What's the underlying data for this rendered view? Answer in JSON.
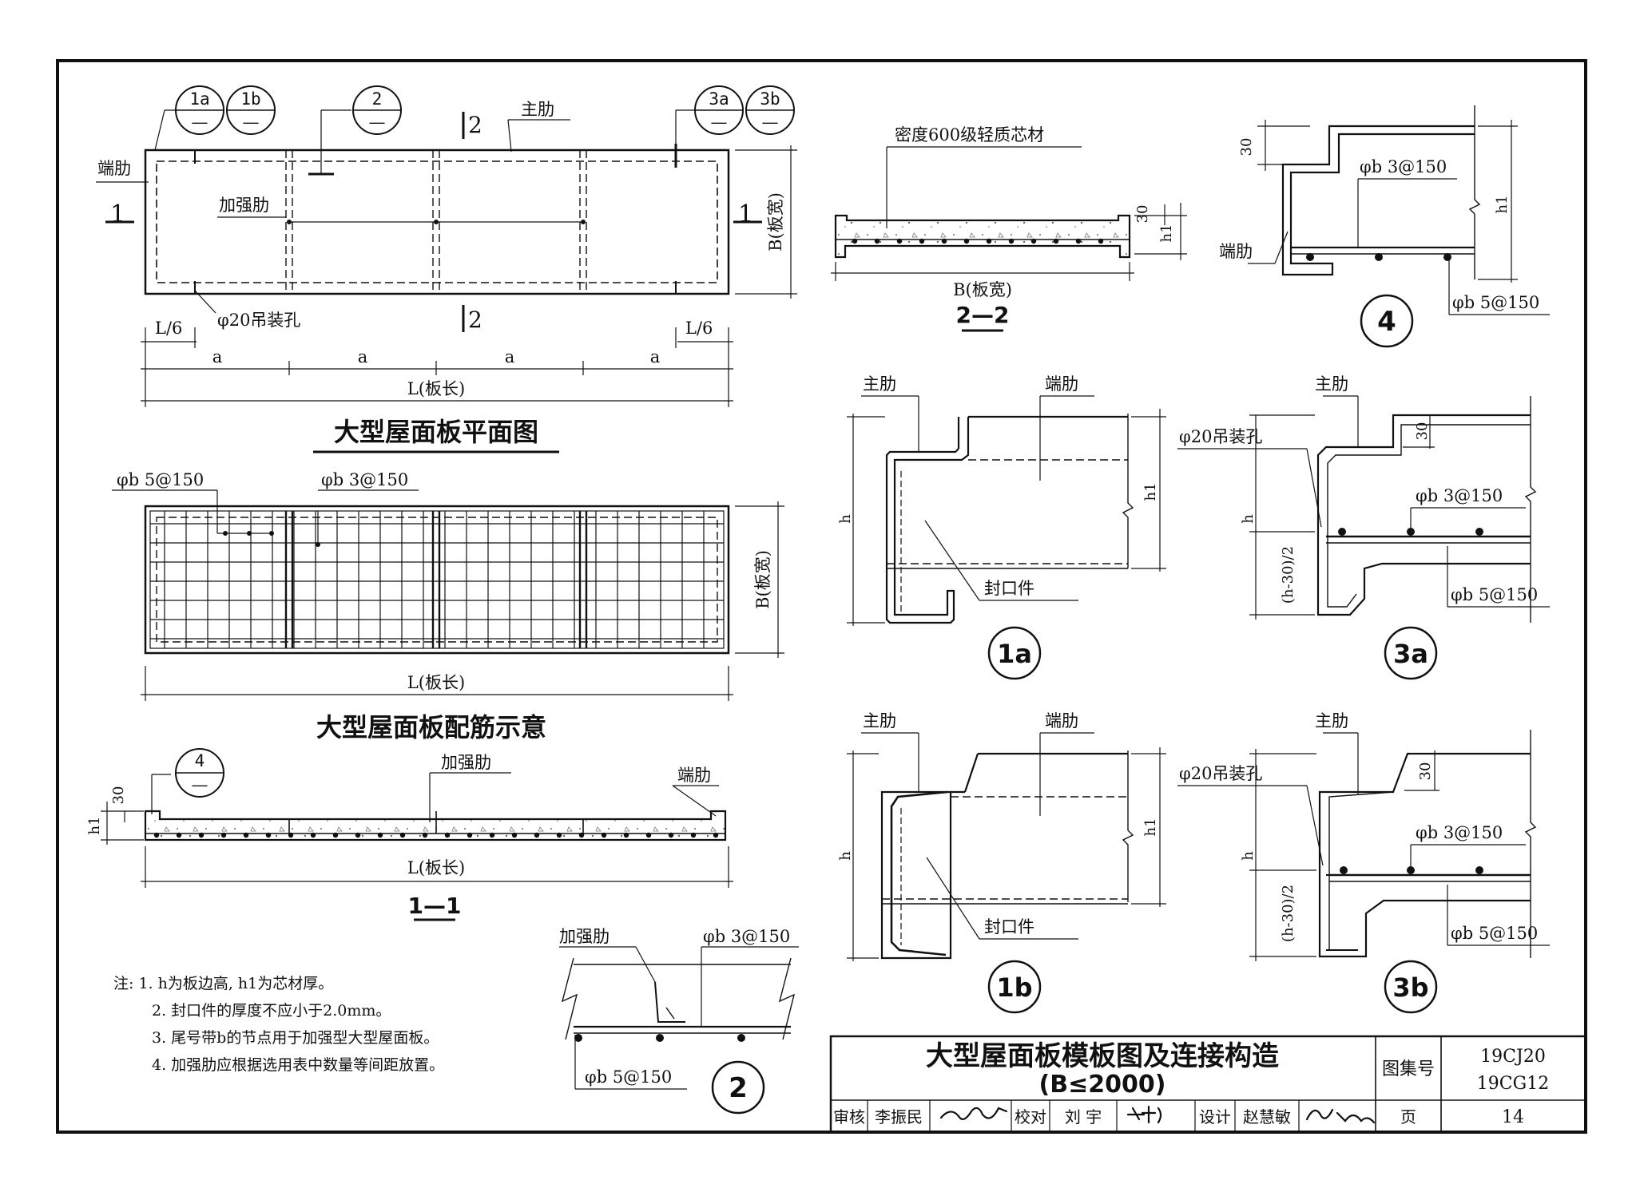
{
  "plan": {
    "title": "大型屋面板平面图",
    "main_rib": "主肋",
    "end_rib": "端肋",
    "stiffener": "加强肋",
    "hole": "φ20吊装孔",
    "width": "B(板宽)",
    "length": "L(板长)",
    "l6": "L/6",
    "a": "a",
    "sec1": "1",
    "sec2": "2",
    "callouts": [
      "1a",
      "1b",
      "2",
      "3a",
      "3b"
    ],
    "dash": "—"
  },
  "rebar": {
    "title": "大型屋面板配筋示意",
    "r5": "φb 5@150",
    "r3": "φb 3@150",
    "width": "B(板宽)",
    "length": "L(板长)"
  },
  "sec11": {
    "title": "1—1",
    "callout": "4",
    "dash": "—",
    "stiffener": "加强肋",
    "end_rib": "端肋",
    "h1": "h1",
    "d30": "30",
    "length": "L(板长)"
  },
  "sec22": {
    "title": "2—2",
    "core": "密度600级轻质芯材",
    "d30": "30",
    "h1": "h1",
    "width": "B(板宽)"
  },
  "notes": [
    "注: 1. h为板边高, h1为芯材厚。",
    "2. 封口件的厚度不应小于2.0mm。",
    "3. 尾号带b的节点用于加强型大型屋面板。",
    "4. 加强肋应根据选用表中数量等间距放置。"
  ],
  "detail2": {
    "num": "2",
    "stiffener": "加强肋",
    "r3": "φb 3@150",
    "r5": "φb 5@150"
  },
  "detail4": {
    "num": "4",
    "d30": "30",
    "r3": "φb 3@150",
    "r5": "φb 5@150",
    "end_rib": "端肋",
    "h1": "h1"
  },
  "detail1a": {
    "num": "1a",
    "main_rib": "主肋",
    "end_rib": "端肋",
    "h": "h",
    "h1": "h1",
    "seal": "封口件"
  },
  "detail1b": {
    "num": "1b",
    "main_rib": "主肋",
    "end_rib": "端肋",
    "h": "h",
    "h1": "h1",
    "seal": "封口件"
  },
  "detail3a": {
    "num": "3a",
    "main_rib": "主肋",
    "hole": "φ20吊装孔",
    "d30": "30",
    "r3": "φb 3@150",
    "r5": "φb 5@150",
    "h": "h",
    "hh": "(h-30)/2"
  },
  "detail3b": {
    "num": "3b",
    "main_rib": "主肋",
    "hole": "φ20吊装孔",
    "d30": "30",
    "r3": "φb 3@150",
    "r5": "φb 5@150",
    "h": "h",
    "hh": "(h-30)/2"
  },
  "titleblock": {
    "title": "大型屋面板模板图及连接构造",
    "subtitle": "(B≤2000)",
    "atlas_label": "图集号",
    "atlas_no1": "19CJ20",
    "atlas_no2": "19CG12",
    "review": "审核",
    "reviewer": "李振民",
    "check": "校对",
    "checker": "刘  宇",
    "design": "设计",
    "designer": "赵慧敏",
    "page_label": "页",
    "page_no": "14"
  }
}
